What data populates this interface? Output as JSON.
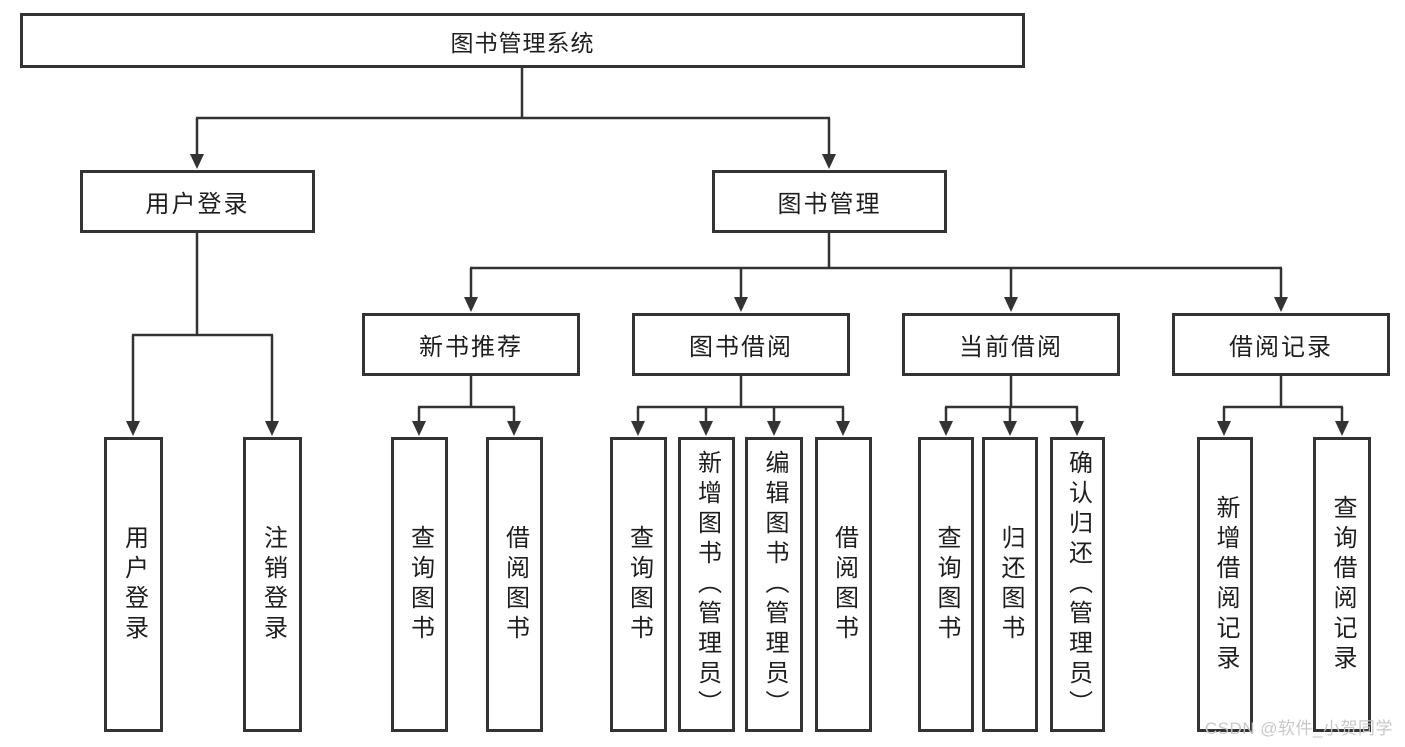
{
  "diagram": {
    "root": "图书管理系统",
    "level2": [
      "用户登录",
      "图书管理"
    ],
    "level3": [
      "新书推荐",
      "图书借阅",
      "当前借阅",
      "借阅记录"
    ],
    "leaves": {
      "user_login": [
        "用户登录",
        "注销登录"
      ],
      "new_book": [
        "查询图书",
        "借阅图书"
      ],
      "book_borrow": [
        "查询图书",
        "新增图书（管理员）",
        "编辑图书（管理员）",
        "借阅图书"
      ],
      "current_borrow": [
        "查询图书",
        "归还图书",
        "确认归还（管理员）"
      ],
      "borrow_record": [
        "新增借阅记录",
        "查询借阅记录"
      ]
    }
  },
  "colors": {
    "line": "#333333",
    "text": "#1e1e1e",
    "background": "#ffffff",
    "watermark": "#c5c5c5"
  },
  "watermark": "CSDN @软件_小贺同学"
}
